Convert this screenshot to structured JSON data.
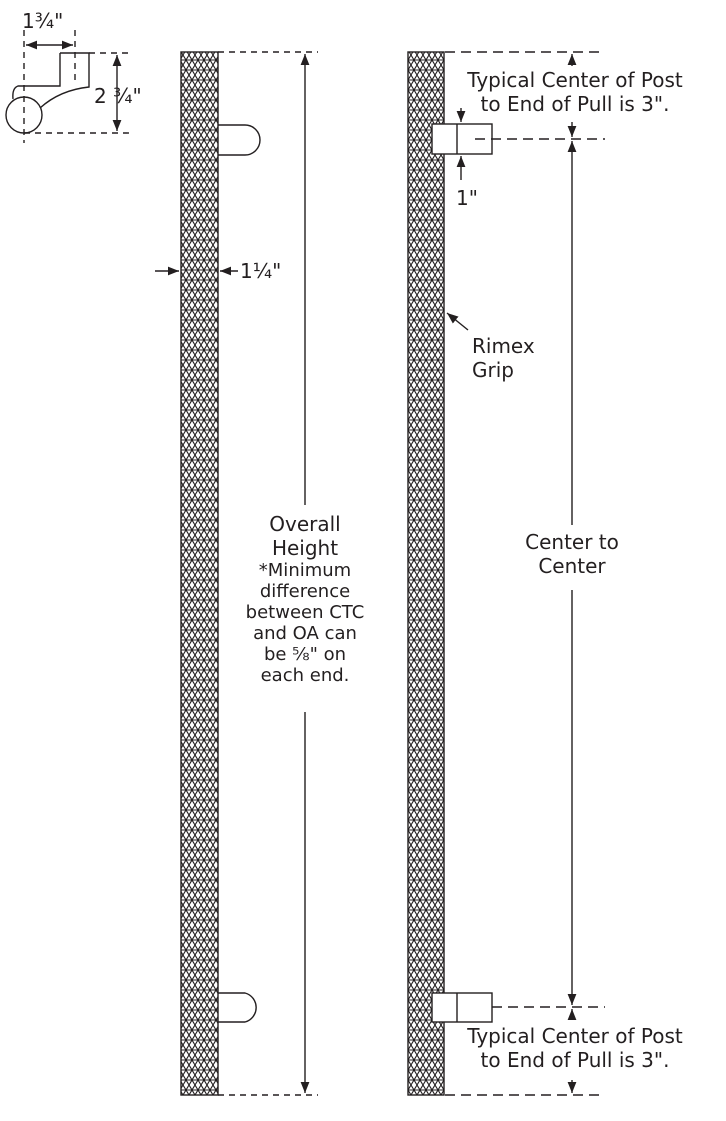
{
  "detail": {
    "width_label": "1¾\"",
    "height_label": "2 ¾\""
  },
  "left_view": {
    "diameter_label": "1¼\"",
    "overall_title": "Overall",
    "overall_title2": "Height",
    "note_lines": [
      "*Minimum",
      "difference",
      "between CTC",
      "and OA can",
      "be ⅝\" on",
      "each end."
    ]
  },
  "right_view": {
    "top_note": [
      "Typical Center of Post",
      "to End of Pull is 3\"."
    ],
    "post_label": "1\"",
    "grip_label": [
      "Rimex",
      "Grip"
    ],
    "ctc_label": [
      "Center to",
      "Center"
    ],
    "bottom_note": [
      "Typical Center of Post",
      "to End of Pull is 3\"."
    ]
  },
  "colors": {
    "line": "#231f20"
  }
}
